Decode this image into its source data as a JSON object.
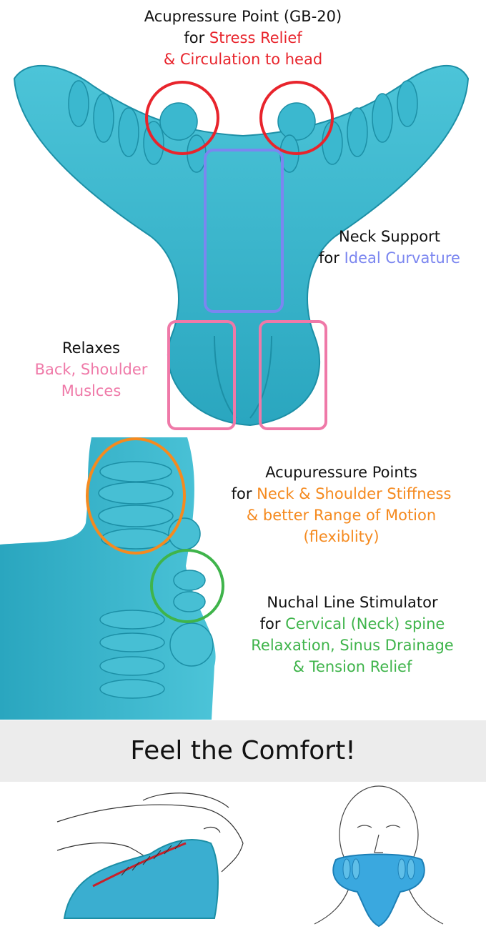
{
  "callouts": {
    "gb20": {
      "line1": "Acupressure Point (GB-20)",
      "line2_prefix": "for ",
      "line2_highlight": "Stress Relief",
      "line3": "& Circulation to head"
    },
    "neck_support": {
      "line1": "Neck Support",
      "line2_prefix": "for ",
      "line2_highlight": "Ideal Curvature"
    },
    "relaxes": {
      "line1": "Relaxes",
      "line2": "Back, Shoulder",
      "line3": "Muslces"
    },
    "acu_points": {
      "line1": "Acupuressure Points",
      "line2_prefix": "for ",
      "line2_highlight": "Neck & Shoulder Stiffness",
      "line3": "& better Range of Motion",
      "line4": "(flexiblity)"
    },
    "nuchal": {
      "line1": "Nuchal Line Stimulator",
      "line2_prefix": "for ",
      "line2_highlight": "Cervical (Neck) spine",
      "line3": "Relaxation, Sinus Drainage",
      "line4": "& Tension Relief"
    }
  },
  "banner": {
    "title": "Feel the Comfort!"
  },
  "colors": {
    "product": "#2fb0c8",
    "red": "#e8242c",
    "blue": "#7b86f0",
    "pink": "#ef79a8",
    "orange": "#f58a1f",
    "green": "#3fb44b",
    "banner_bg": "#ececec"
  }
}
